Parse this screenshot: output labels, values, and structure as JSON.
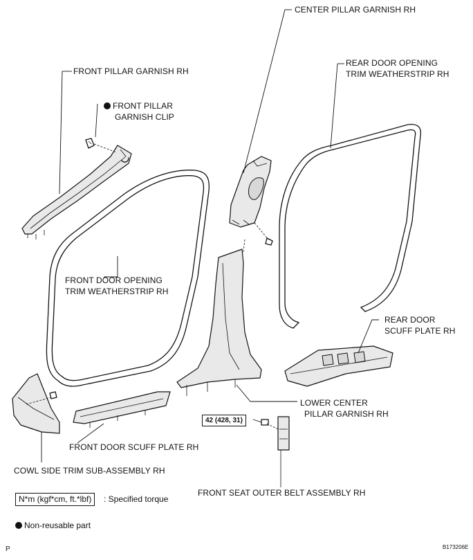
{
  "labels": {
    "center_pillar_garnish": "CENTER PILLAR GARNISH RH",
    "front_pillar_garnish": "FRONT PILLAR GARNISH RH",
    "front_pillar_clip_line1": "FRONT PILLAR",
    "front_pillar_clip_line2": "GARNISH CLIP",
    "rear_weatherstrip_line1": "REAR DOOR OPENING",
    "rear_weatherstrip_line2": "TRIM WEATHERSTRIP RH",
    "front_weatherstrip_line1": "FRONT DOOR OPENING",
    "front_weatherstrip_line2": "TRIM WEATHERSTRIP RH",
    "rear_scuff_line1": "REAR DOOR",
    "rear_scuff_line2": "SCUFF PLATE RH",
    "lower_center_pillar_line1": "LOWER CENTER",
    "lower_center_pillar_line2": "PILLAR GARNISH RH",
    "front_scuff": "FRONT DOOR SCUFF PLATE RH",
    "cowl_side_trim": "COWL SIDE TRIM SUB-ASSEMBLY RH",
    "front_seat_belt": "FRONT SEAT OUTER BELT ASSEMBLY RH",
    "torque_value": "42 (428, 31)"
  },
  "legend": {
    "torque_unit_box": "N*m (kgf*cm, ft.*lbf)",
    "torque_unit_desc": ": Specified torque",
    "non_reusable": "Non-reusable part"
  },
  "footer": {
    "left_code": "P",
    "figure_id": "B173206E"
  }
}
